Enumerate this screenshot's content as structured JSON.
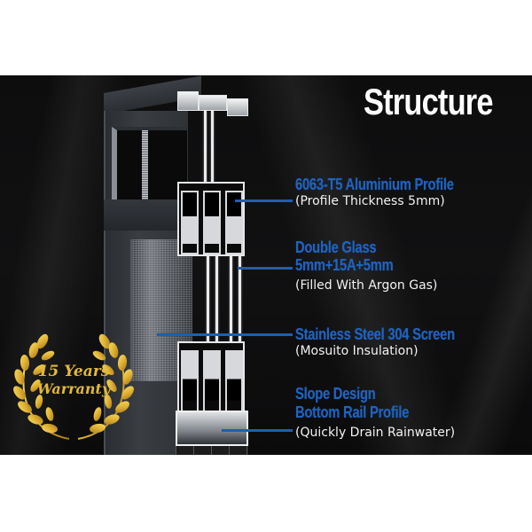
{
  "header": {
    "title": "Structure"
  },
  "callouts": [
    {
      "title_lines": [
        "6063-T5 Aluminium Profile"
      ],
      "subtitle": "(Profile Thickness 5mm)"
    },
    {
      "title_lines": [
        "Double Glass",
        "5mm+15A+5mm"
      ],
      "subtitle": "(Filled With Argon Gas)"
    },
    {
      "title_lines": [
        "Stainless Steel 304 Screen"
      ],
      "subtitle": "(Mosuito Insulation)"
    },
    {
      "title_lines": [
        "Slope Design",
        "Bottom Rail Profile"
      ],
      "subtitle": "(Quickly Drain Rainwater)"
    }
  ],
  "badge": {
    "line1": "15 Years",
    "line2": "Warranty",
    "color": "#e2b83a"
  },
  "colors": {
    "panel_background": "#0d0d0e",
    "callout_blue": "#1f63c0",
    "callout_line": "#1f5fae",
    "subtitle_text": "#f2f2f2",
    "title_text": "#ffffff"
  }
}
